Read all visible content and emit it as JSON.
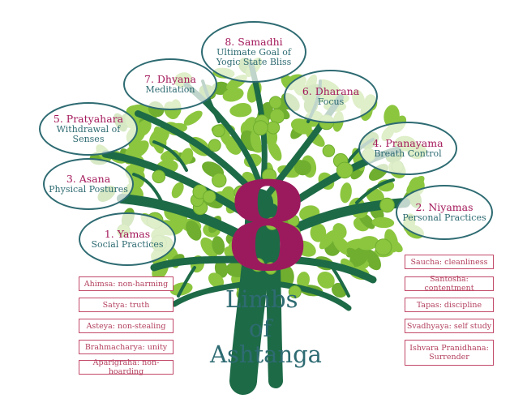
{
  "center": {
    "numeral": "8",
    "title_lines": [
      "Limbs",
      "of",
      "Ashtanga"
    ]
  },
  "limbs": [
    {
      "title": "1. Yamas",
      "desc": "Social Practices"
    },
    {
      "title": "2. Niyamas",
      "desc": "Personal Practices"
    },
    {
      "title": "3. Asana",
      "desc": "Physical Postures"
    },
    {
      "title": "4. Pranayama",
      "desc": "Breath Control"
    },
    {
      "title": "5. Pratyahara",
      "desc": "Withdrawal of Senses"
    },
    {
      "title": "6. Dharana",
      "desc": "Focus"
    },
    {
      "title": "7. Dhyana",
      "desc": "Meditation"
    },
    {
      "title": "8. Samadhi",
      "desc": "Ultimate Goal of Yogic State Bliss"
    }
  ],
  "yamas": [
    "Ahimsa: non-harming",
    "Satya: truth",
    "Asteya: non-stealing",
    "Brahmacharya: unity",
    "Aparigraha: non-hoarding"
  ],
  "niyamas": [
    "Saucha: cleanliness",
    "Santosha: contentment",
    "Tapas: discipline",
    "Svadhyaya: self study",
    "Ishvara Pranidhana: Surrender"
  ],
  "colors": {
    "trunk": "#1d6a47",
    "leaf": "#8cc63f",
    "leaf_dark": "#6fae2f",
    "accent": "#9b1a5d",
    "teal": "#2e6b72",
    "box_border": "#c24a6a"
  }
}
